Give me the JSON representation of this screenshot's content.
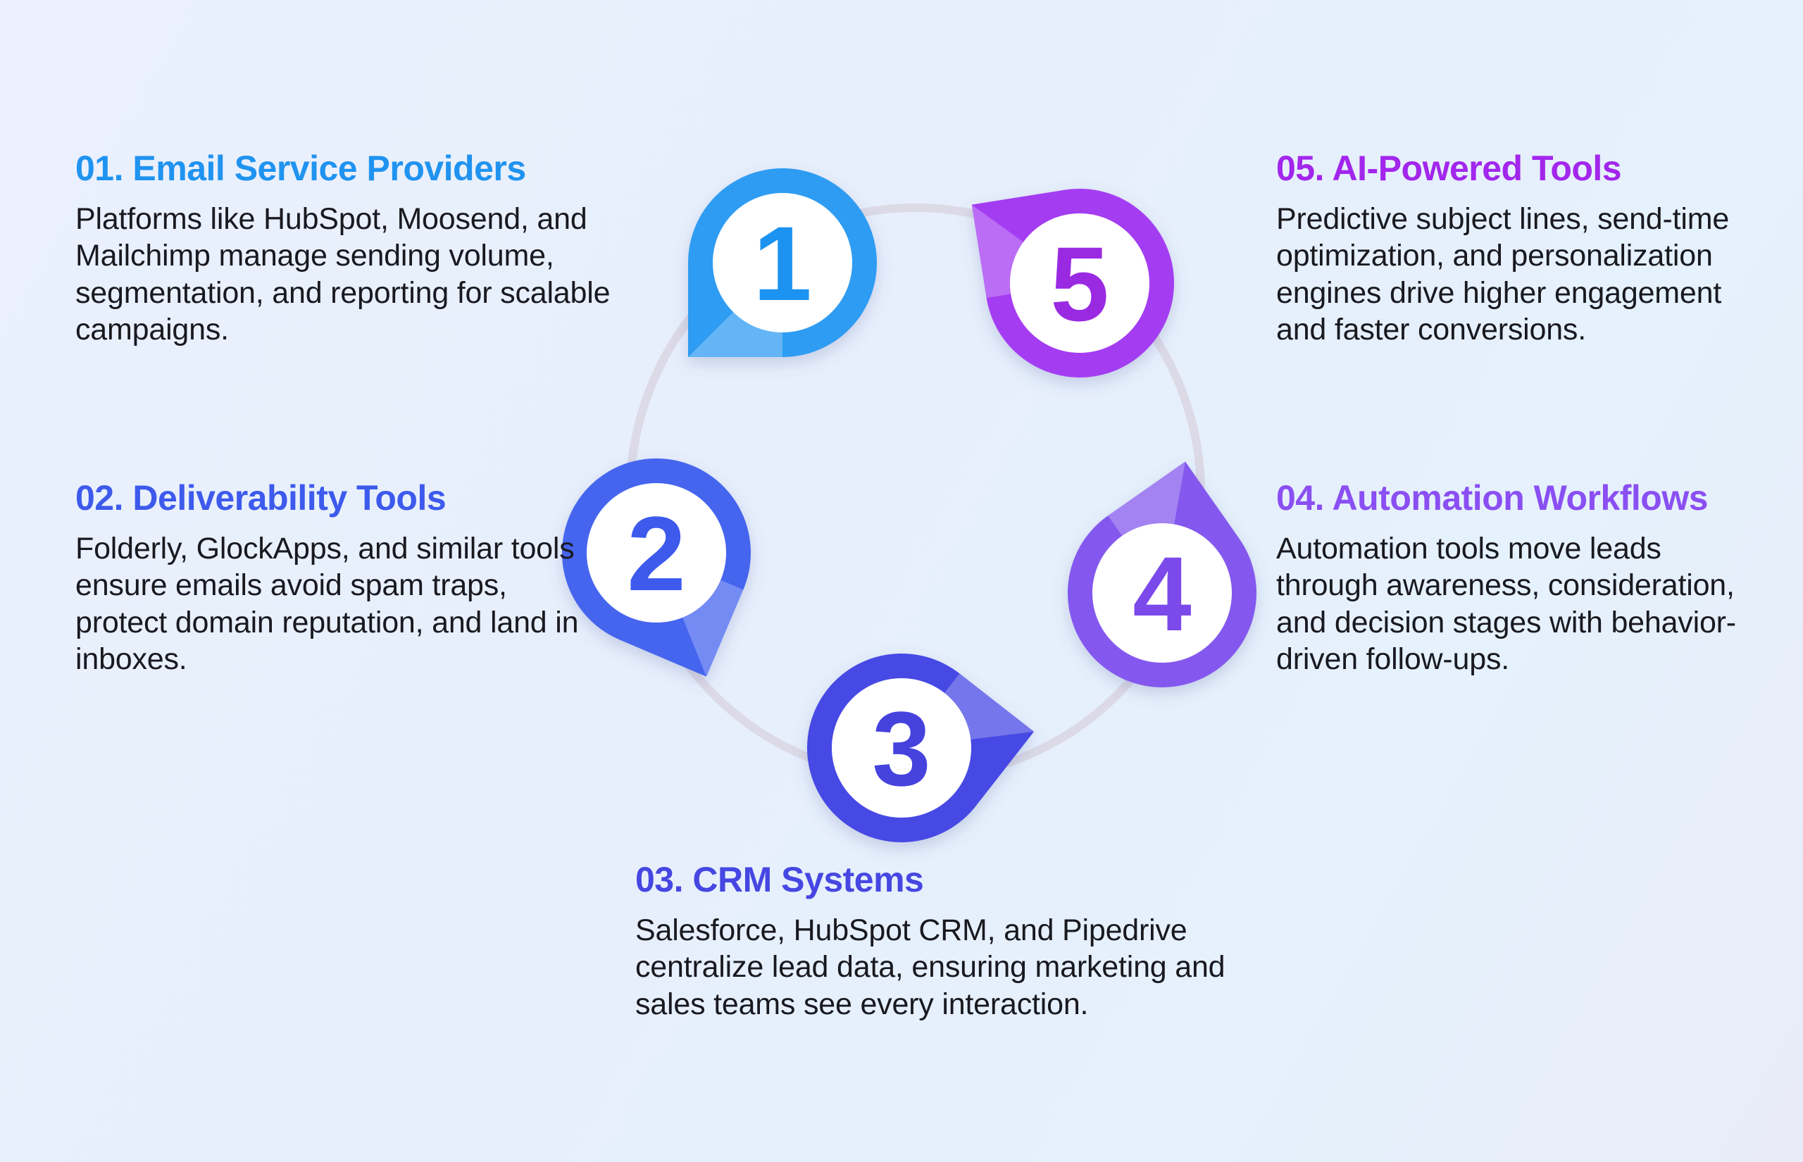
{
  "background": {
    "gradient_start": "#EAF0FD",
    "gradient_mid": "#E7EFFC",
    "gradient_end": "#E9ECF8"
  },
  "diagram": {
    "ring_color": "#DCDAE6",
    "steps": [
      {
        "number": "1",
        "title": "01. Email Service Providers",
        "heading_color": "#2093F0",
        "pin_color": "#2F9CF2",
        "number_color": "#1E93F0",
        "description": "Platforms like HubSpot, Moosend, and Mailchimp manage sending volume, segmentation, and reporting for scalable campaigns."
      },
      {
        "number": "2",
        "title": "02. Deliverability Tools",
        "heading_color": "#3D5AEC",
        "pin_color": "#4565EF",
        "number_color": "#3D5AEC",
        "description": "Folderly, GlockApps, and similar tools ensure emails avoid spam traps, protect domain reputation, and land in inboxes."
      },
      {
        "number": "3",
        "title": "03. CRM Systems",
        "heading_color": "#4647E2",
        "pin_color": "#4748E4",
        "number_color": "#4443DE",
        "description": "Salesforce, HubSpot CRM, and Pipedrive centralize lead data, ensuring marketing and sales teams see every interaction."
      },
      {
        "number": "4",
        "title": "04. Automation Workflows",
        "heading_color": "#8A4FF2",
        "pin_color": "#8458EE",
        "number_color": "#7C49EB",
        "description": "Automation tools move leads through awareness, consideration, and decision stages with behavior-driven follow-ups."
      },
      {
        "number": "5",
        "title": "05. AI-Powered Tools",
        "heading_color": "#A226EC",
        "pin_color": "#A43CF2",
        "number_color": "#9A2BE2",
        "description": "Predictive subject lines, send-time optimization, and personalization engines drive higher engagement and faster conversions."
      }
    ]
  }
}
